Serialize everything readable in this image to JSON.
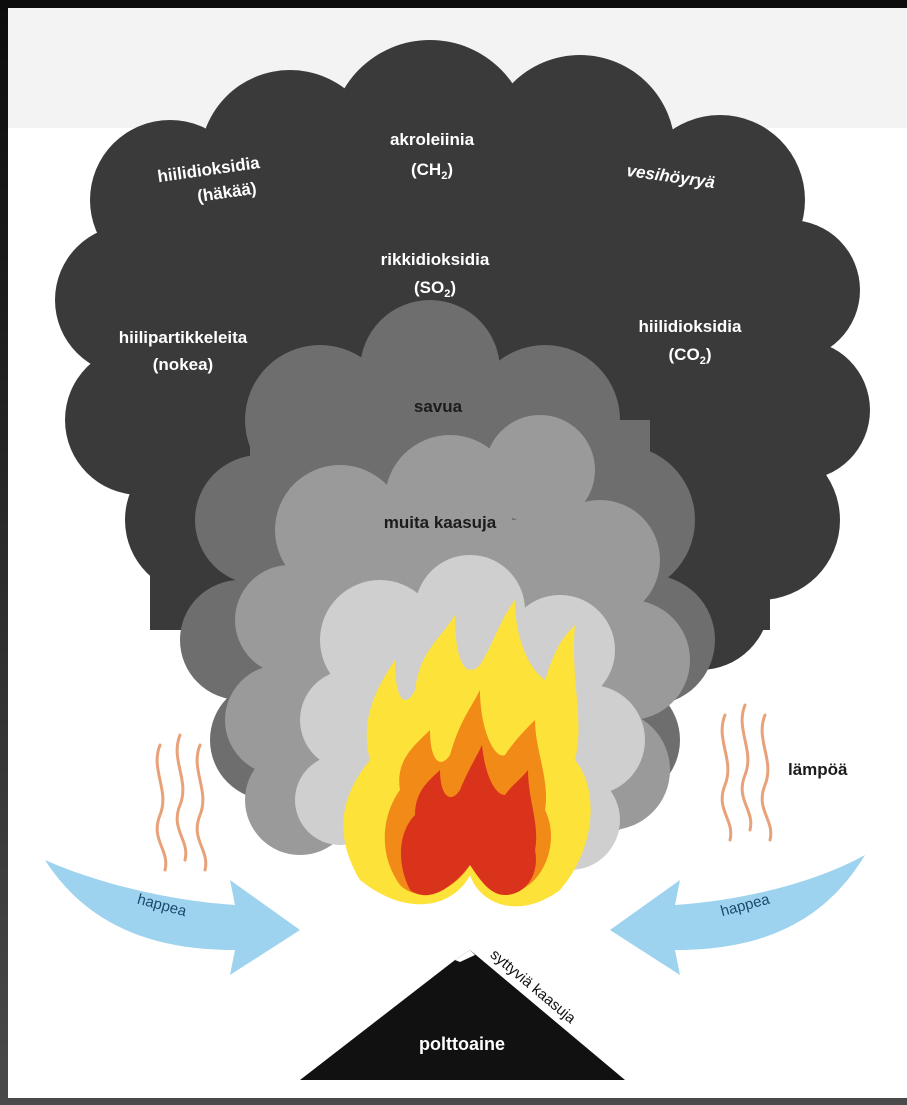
{
  "diagram": {
    "colors": {
      "smoke_dark": "#3a3a3a",
      "smoke_mid": "#6e6e6e",
      "smoke_light": "#9a9a9a",
      "smoke_lightest": "#cfcfcf",
      "flame_yellow": "#fde23a",
      "flame_orange": "#f28a17",
      "flame_red": "#d9331c",
      "oxygen_arrow": "#9dd3ee",
      "heat_lines": "#e8a27a",
      "fuel": "#111111"
    },
    "labels": {
      "co_line1": "hiilidioksidia",
      "co_line2": "(häkää)",
      "acrolein_line1": "akroleiinia",
      "acrolein_formula": "(CH",
      "acrolein_sub": "2",
      "acrolein_close": ")",
      "water_vapour": "vesihöyryä",
      "so2_line1": "rikkidioksidia",
      "so2_formula": "(SO",
      "so2_sub": "2",
      "so2_close": ")",
      "soot_line1": "hiilipartikkeleita",
      "soot_line2": "(nokea)",
      "co2_line1": "hiilidioksidia",
      "co2_formula": "(CO",
      "co2_sub": "2",
      "co2_close": ")",
      "smoke": "savua",
      "other_gases": "muita kaasuja",
      "heat": "lämpöä",
      "oxygen_left": "happea",
      "oxygen_right": "happea",
      "flammable_gases": "syttyviä kaasuja",
      "fuel": "polttoaine"
    },
    "icons": [
      "heat-wave-icon",
      "oxygen-arrow-icon",
      "flame-icon",
      "fuel-pyramid-icon"
    ]
  }
}
